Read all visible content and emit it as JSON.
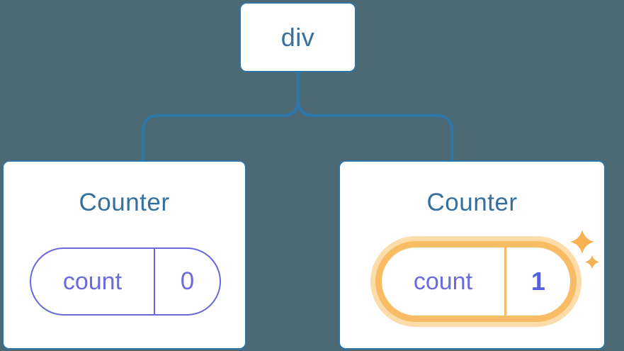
{
  "diagram": {
    "background_color": "#4d6973",
    "connector_color": "#2e77a7",
    "root": {
      "label": "div"
    },
    "children": [
      {
        "title": "Counter",
        "state": {
          "key": "count",
          "value": "0"
        },
        "highlighted": false
      },
      {
        "title": "Counter",
        "state": {
          "key": "count",
          "value": "1"
        },
        "highlighted": true
      }
    ],
    "colors": {
      "card_background": "#ffffff",
      "card_border": "#2e74a4",
      "node_text_blue": "#35719f",
      "state_purple": "#6b6bdb",
      "state_value_bold_purple": "#5560d6",
      "highlight_orange": "#f8bd64",
      "highlight_glow": "#fcdcaa",
      "sparkle_orange": "#f6b152"
    },
    "icons": [
      "sparkle-icon"
    ]
  }
}
